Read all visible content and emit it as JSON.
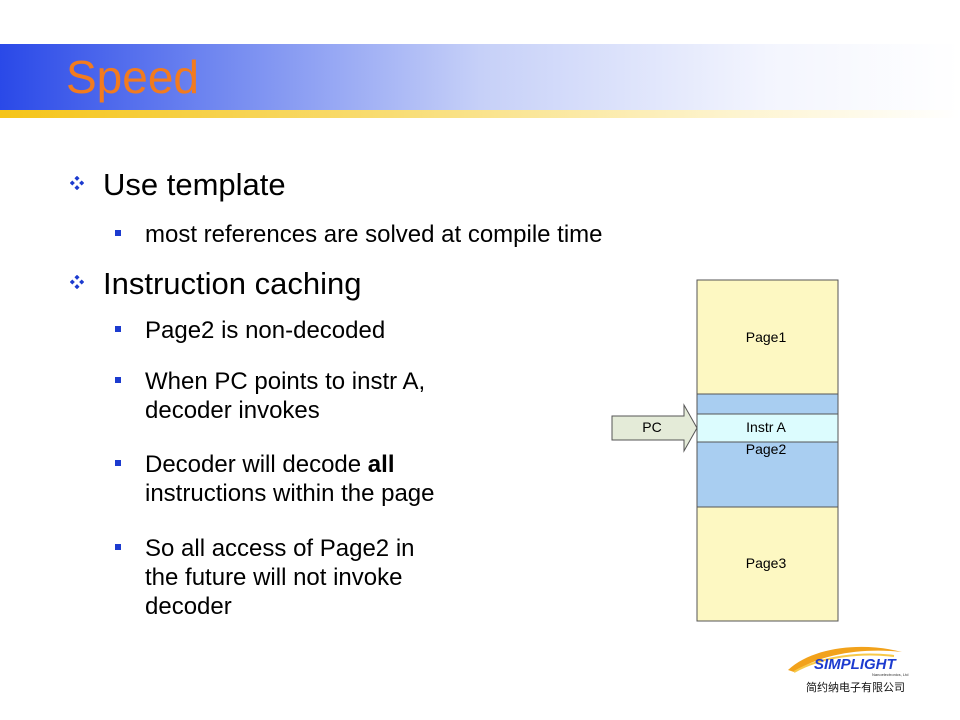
{
  "slide": {
    "title": "Speed"
  },
  "bullets": [
    {
      "text": "Use template",
      "subs": [
        "most references are solved at compile time"
      ]
    },
    {
      "text": "Instruction caching",
      "subs": [
        "Page2 is non-decoded",
        "When PC points to instr A,",
        "decoder invokes",
        "Decoder will decode ",
        "all",
        "instructions within the page",
        "So all access of Page2 in",
        "the future will not invoke",
        "decoder"
      ]
    }
  ],
  "diagram": {
    "page1": "Page1",
    "instr": "Instr A",
    "page2": "Page2",
    "page3": "Page3",
    "pointer": "PC"
  },
  "logo": {
    "name": "SIMPLIGHT",
    "tagline": "Nanoelectronics, Ltd",
    "chinese": "简约纳电子有限公司"
  },
  "colors": {
    "title": "#f27b1e",
    "bullet_mark": "#1c3bcf",
    "page_yellow": "#fdf8c2",
    "page_blue": "#a9cef1",
    "instr_cyan": "#dcfcfe",
    "arrow_fill": "#e4ebd8"
  }
}
